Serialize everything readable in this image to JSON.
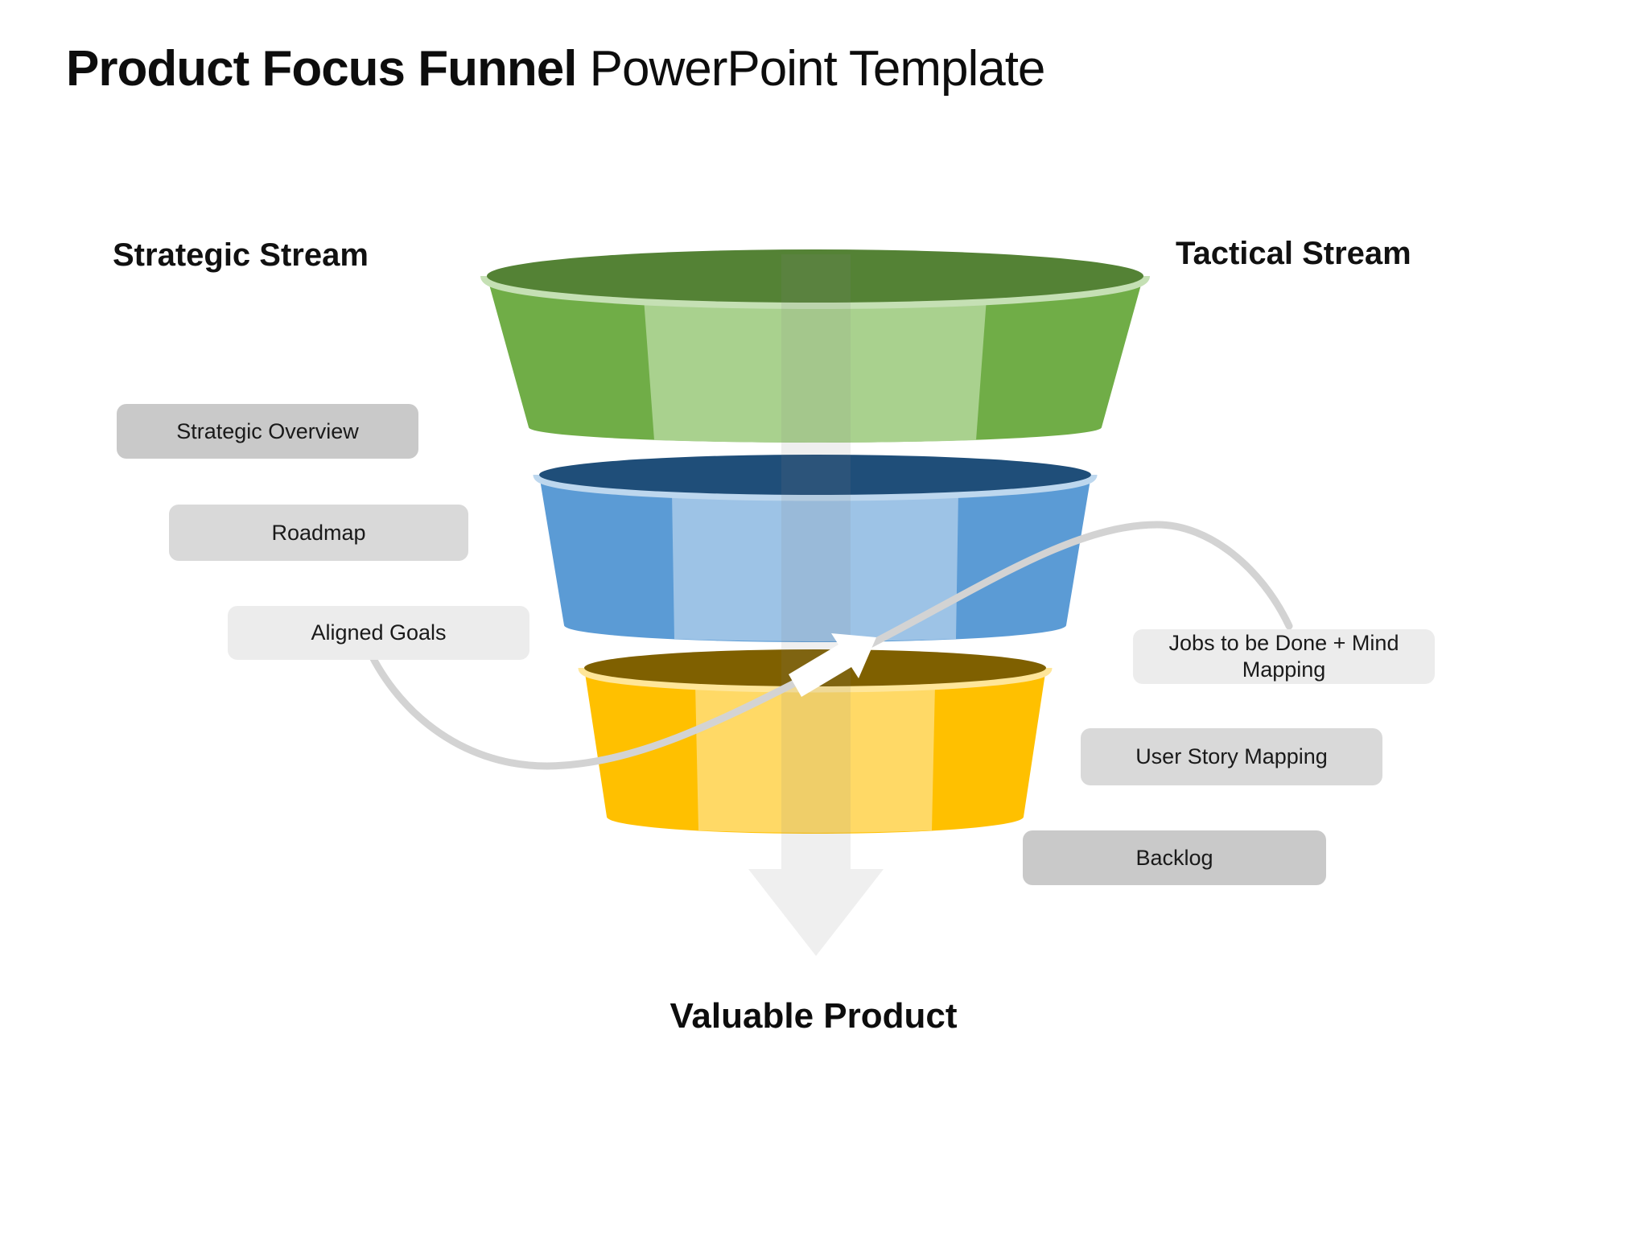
{
  "title": {
    "highlight": "Product Focus Funnel",
    "rest": " PowerPoint Template"
  },
  "left_stream": {
    "heading": "Strategic Stream",
    "labels": [
      "Strategic Overview",
      "Roadmap",
      "Aligned Goals"
    ]
  },
  "right_stream": {
    "heading": "Tactical Stream",
    "labels": [
      "Jobs to be Done + Mind Mapping",
      "User Story Mapping",
      "Backlog"
    ]
  },
  "funnel": {
    "output_label": "Valuable Product",
    "tiers": [
      {
        "name": "green-top-tier",
        "top": "#548235",
        "rim": "#C5E0B4",
        "body": "#70AD47",
        "band": "#A9D18E"
      },
      {
        "name": "blue-middle-tier",
        "top": "#1F4E79",
        "rim": "#BDD7EE",
        "body": "#5B9BD5",
        "band": "#9DC3E6"
      },
      {
        "name": "yellow-bottom-tier",
        "top": "#7F6000",
        "rim": "#FFE699",
        "body": "#FFC000",
        "band": "#FFD966"
      }
    ],
    "flow_arrow_color": "rgba(128,128,128,0.13)",
    "connector_color": "#D3D3D3",
    "connector_arrowhead_color": "#FFFFFF"
  },
  "label_box_shades": {
    "dark": "#C9C9C9",
    "mid": "#D9D9D9",
    "light": "#ECECEC"
  }
}
